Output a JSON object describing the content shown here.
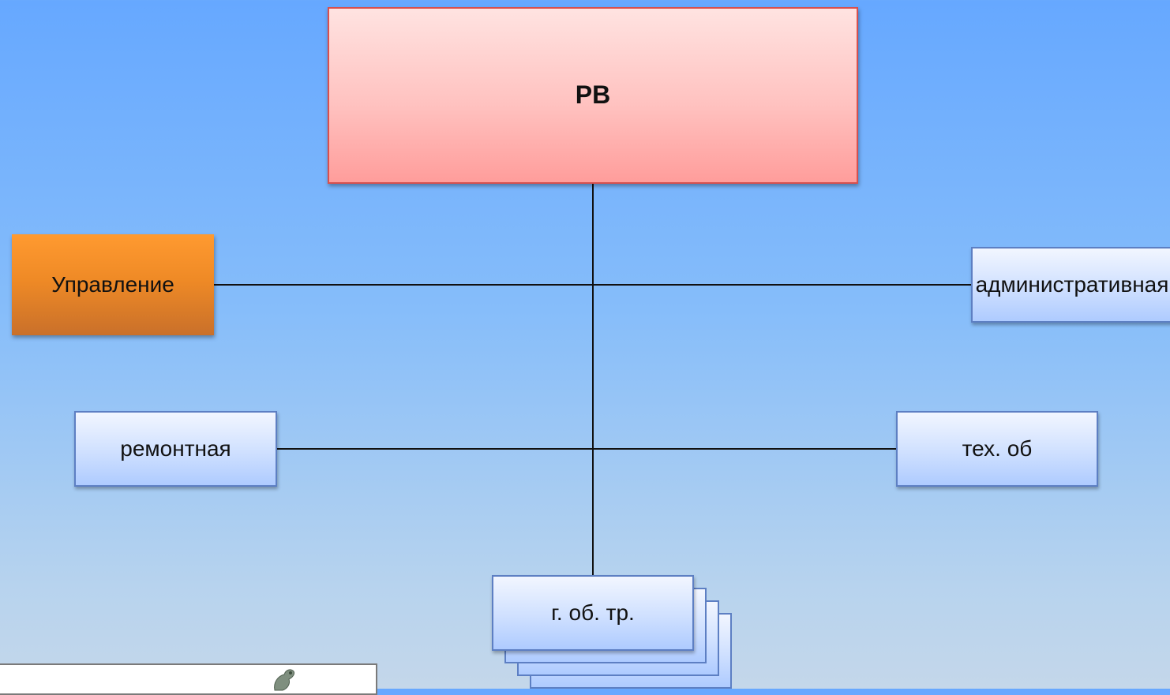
{
  "diagram": {
    "root": {
      "label": "РВ"
    },
    "management": {
      "label": "Управление"
    },
    "administrative": {
      "label": "административная"
    },
    "repair": {
      "label": "ремонтная"
    },
    "technical": {
      "label": "тех. об"
    },
    "bottom": {
      "label": "г. об. тр."
    }
  },
  "colors": {
    "root_fill": "#ffc2c0",
    "management_fill": "#ef8a26",
    "department_fill": "#cfe0ff",
    "connector": "#111111"
  }
}
